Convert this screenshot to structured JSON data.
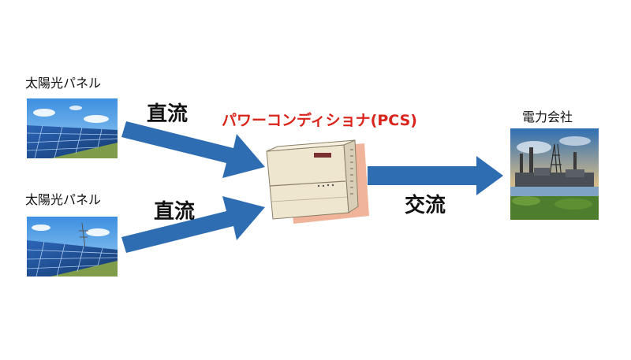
{
  "panel_top": {
    "label": "太陽光パネル",
    "image": "solar-panel-field-picture"
  },
  "panel_bottom": {
    "label": "太陽光パネル",
    "image": "solar-panel-field-picture"
  },
  "flow_top": {
    "label": "直流"
  },
  "flow_bottom": {
    "label": "直流"
  },
  "pcs": {
    "label": "パワーコンディショナ(PCS)",
    "image": "power-conditioner-device-picture"
  },
  "flow_output": {
    "label": "交流"
  },
  "utility": {
    "label": "電力会社",
    "image": "power-plant-picture"
  },
  "colors": {
    "arrow": "#2f6db3",
    "pcs_label": "#d9241c",
    "text": "#111111"
  }
}
